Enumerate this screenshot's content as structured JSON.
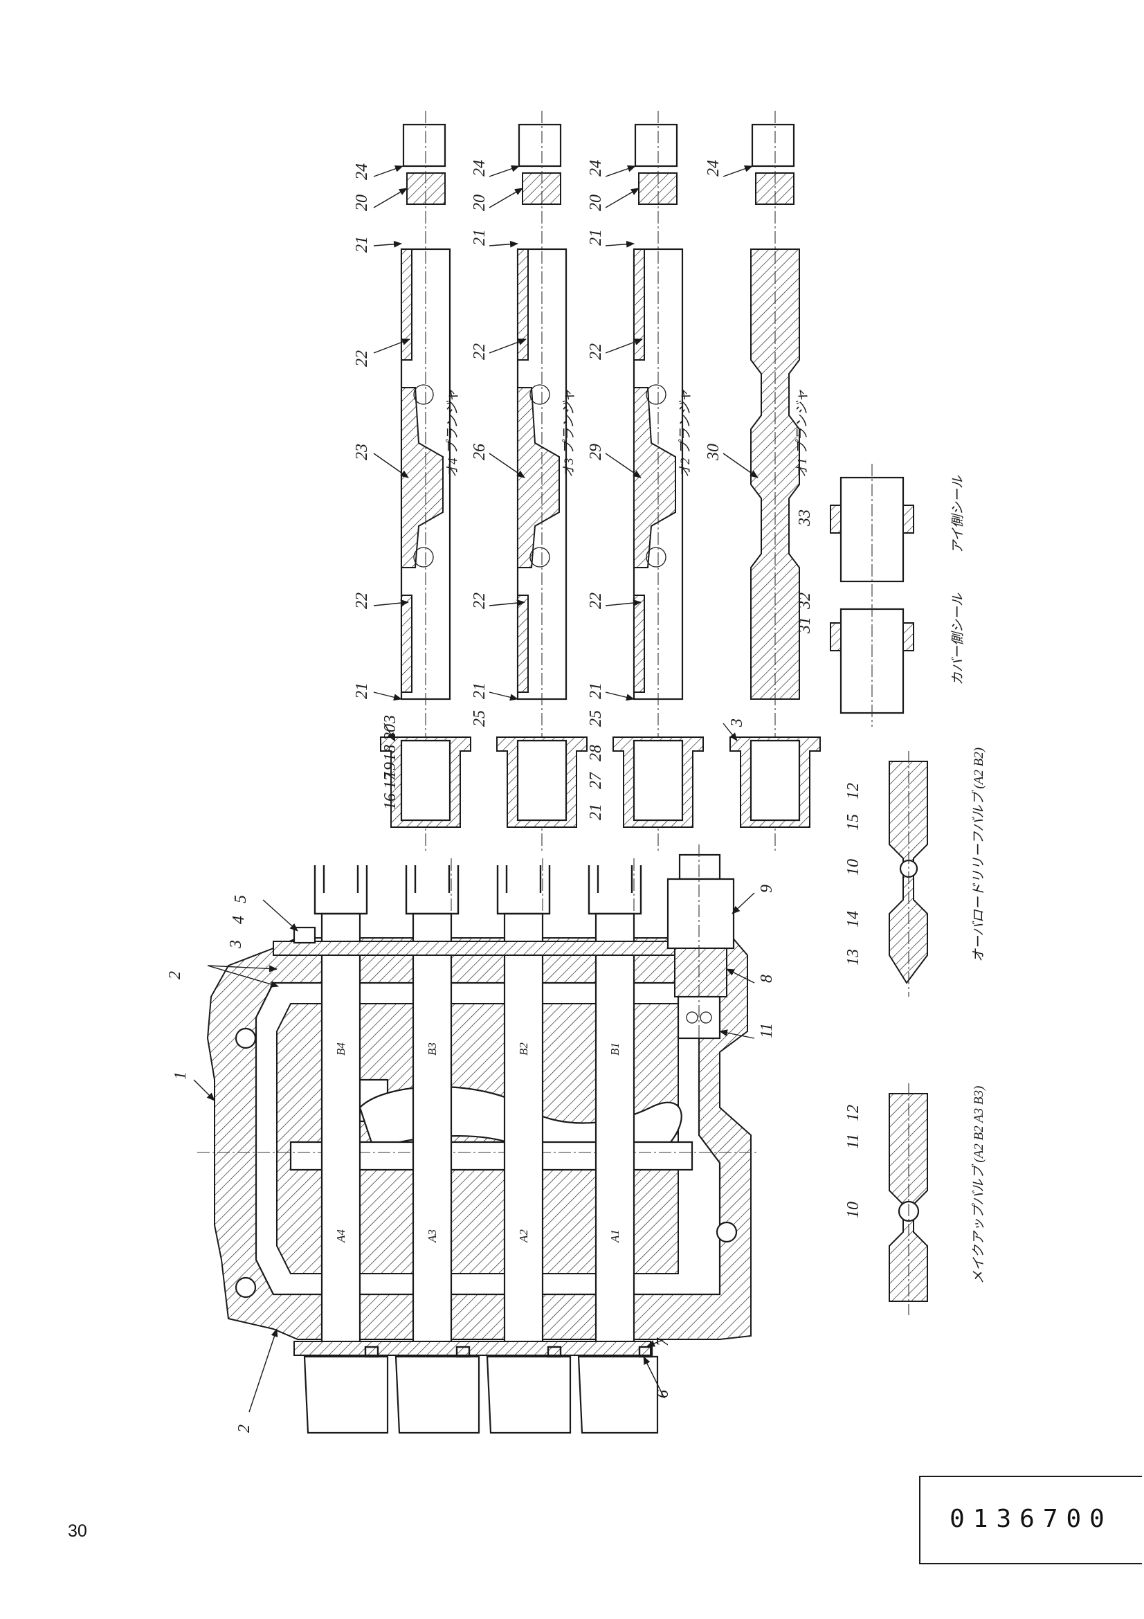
{
  "document": {
    "drawing_code": "0136700",
    "page_number": "30"
  },
  "part_numbers": {
    "n1": "1",
    "n2": "2",
    "n3": "3",
    "n4": "4",
    "n5": "5",
    "n6": "6",
    "n7": "7",
    "n8": "8",
    "n9": "9",
    "n10": "10",
    "n11": "11",
    "n12": "12",
    "n13": "13",
    "n14": "14",
    "n15": "15",
    "n16": "16",
    "n17": "17",
    "n18": "18",
    "n19": "19",
    "n20": "20",
    "n21": "21",
    "n22": "22",
    "n23": "23",
    "n24": "24",
    "n25": "25",
    "n26": "26",
    "n27": "27",
    "n28": "28",
    "n29": "29",
    "n30": "30",
    "n31": "31",
    "n32": "32",
    "n33": "33"
  },
  "labels": {
    "plunger_4": "オ4 プランジャ",
    "plunger_3": "オ3 プランジャ",
    "plunger_2": "オ2 プランジャ",
    "plunger_1": "オ1 プランジャ",
    "seal_a_side": "アイ側シール",
    "seal_cover_side": "カバー側シール",
    "overload_relief_valve": "オーバロードリリーフバルブ (A2 B2)",
    "make_up_valve": "メイクアップバルブ (A2 B2 A3 B3)"
  },
  "ports": {
    "b4": "B4",
    "b3": "B3",
    "b2": "B2",
    "b1": "B1",
    "a4": "A4",
    "a3": "A3",
    "a2": "A2",
    "a1": "A1"
  }
}
